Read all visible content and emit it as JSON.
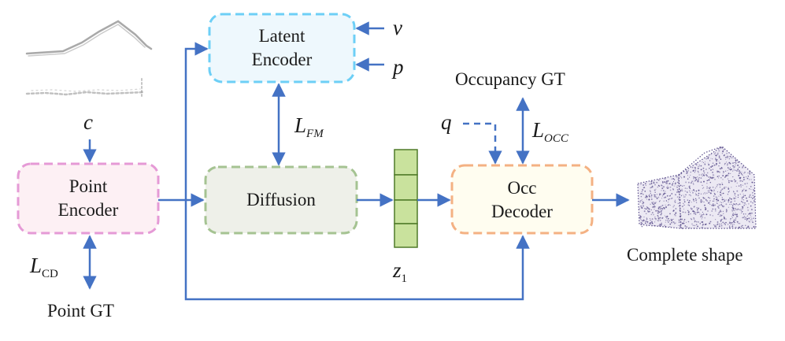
{
  "diagram": {
    "nodes": {
      "latent_encoder": {
        "line1": "Latent",
        "line2": "Encoder"
      },
      "point_encoder": {
        "line1": "Point",
        "line2": "Encoder"
      },
      "diffusion": {
        "label": "Diffusion"
      },
      "occ_decoder": {
        "line1": "Occ",
        "line2": "Decoder"
      }
    },
    "inputs": {
      "c": "c",
      "v": "v",
      "p": "p",
      "q": "q"
    },
    "latent": {
      "symbol": "z",
      "subscript": "1"
    },
    "losses": {
      "fm": {
        "symbol": "L",
        "subscript": "FM"
      },
      "cd": {
        "symbol": "L",
        "subscript": "CD"
      },
      "occ": {
        "symbol": "L",
        "subscript": "OCC"
      }
    },
    "targets": {
      "occupancy_gt": "Occupancy GT",
      "point_gt": "Point GT",
      "complete_shape": "Complete shape"
    },
    "colors": {
      "arrow": "#4472c4",
      "latent_encoder_border": "#6dcff6",
      "latent_encoder_fill": "#eef8fd",
      "point_encoder_border": "#e59ad6",
      "point_encoder_fill": "#fdf0f4",
      "diffusion_border": "#a5c392",
      "diffusion_fill": "#eef0e9",
      "occ_decoder_border": "#f4b183",
      "occ_decoder_fill": "#fffdf0",
      "latent_cell_fill": "#c9e29d",
      "latent_cell_border": "#4f7a28",
      "point_cloud": "#5b4f8c"
    }
  }
}
